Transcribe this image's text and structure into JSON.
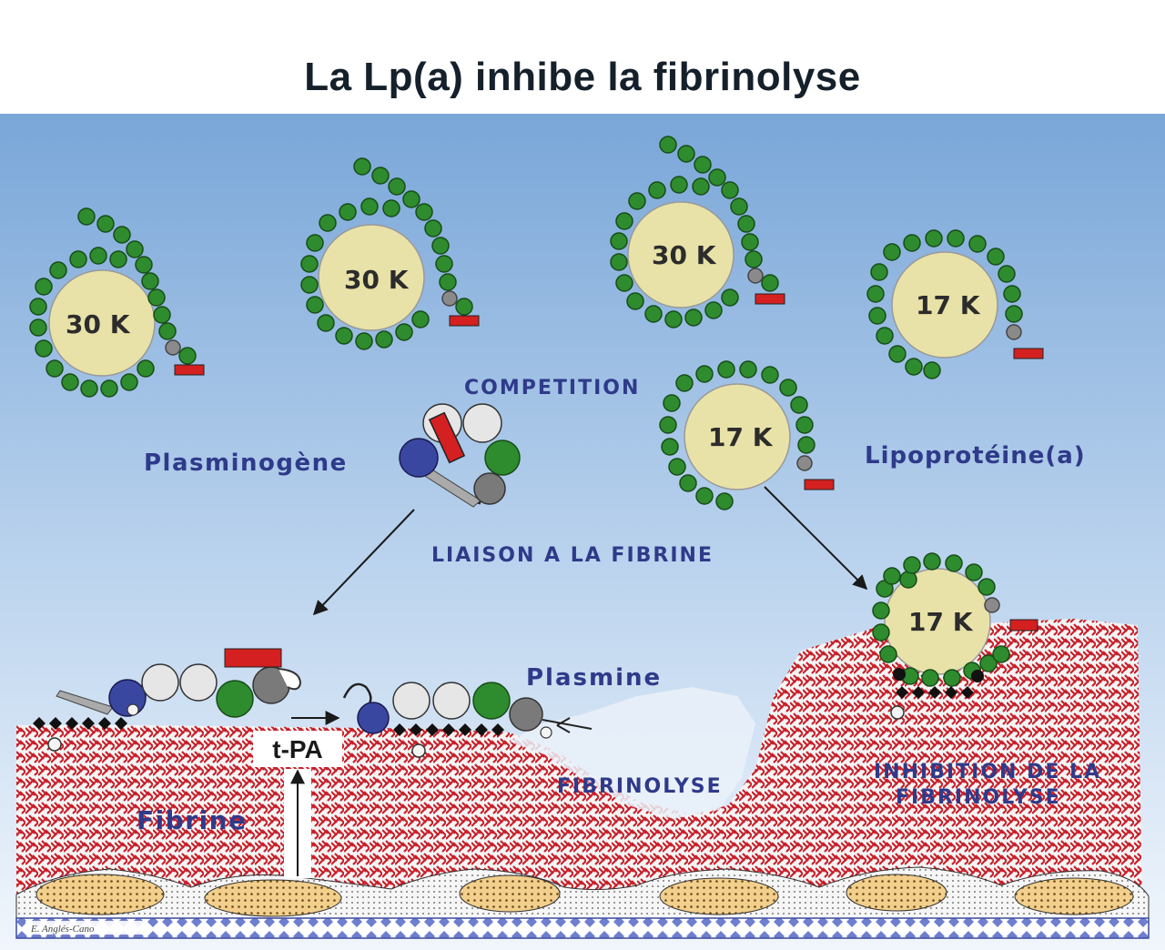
{
  "title": "La Lp(a) inhibe la fibrinolyse",
  "lipoprotein_labels": {
    "k30_a": "30 K",
    "k30_b": "30 K",
    "k30_c": "30 K",
    "k17_a": "17 K",
    "k17_b": "17 K",
    "k17_c": "17 K"
  },
  "labels": {
    "competition": "COMPETITION",
    "plasminogene": "Plasminogène",
    "lipoproteine": "Lipoprotéine(a)",
    "liaison": "LIAISON A LA FIBRINE",
    "plasmine": "Plasmine",
    "tpa": "t-PA",
    "fibrinolyse": "FIBRINOLYSE",
    "inhibition_line1": "INHIBITION DE LA",
    "inhibition_line2": "FIBRINOLYSE",
    "fibrine": "Fibrine",
    "credit": "E. Anglés-Cano"
  },
  "colors": {
    "sky_top": "#7aa7d8",
    "sky_bottom": "#eef4fb",
    "kringle_green": "#2e8b2e",
    "lipid_core": "#e8e2a8",
    "fibrin_red": "#c8202a",
    "label_blue": "#2f3a8a",
    "protease_red": "#d42020",
    "kringle_white": "#e6e6e6",
    "kringle_gray": "#7a7a7a",
    "kringle_blue": "#3a47a0"
  }
}
